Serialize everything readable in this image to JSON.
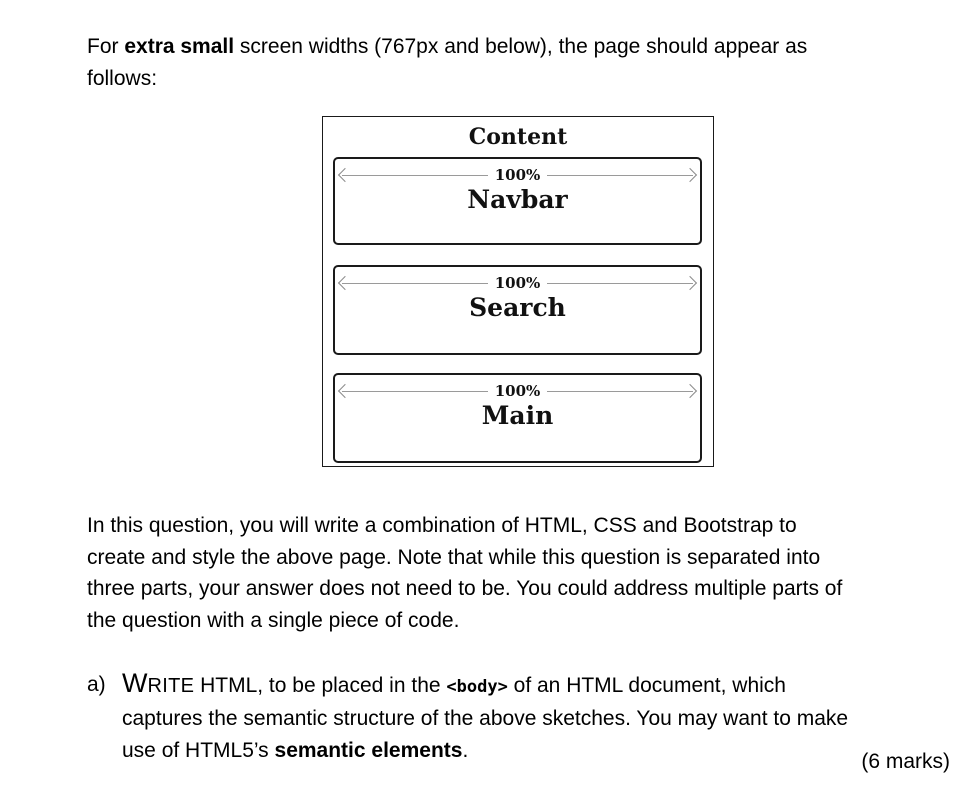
{
  "intro": {
    "line1_pre": "For ",
    "line1_bold": "extra small",
    "line1_post": " screen widths (767px and below), the page should appear as",
    "line2": "follows:"
  },
  "diagram": {
    "title": "Content",
    "width_label": "100%",
    "boxes": [
      {
        "label": "Navbar"
      },
      {
        "label": "Search"
      },
      {
        "label": "Main"
      }
    ]
  },
  "para2": {
    "lines": [
      "In this question, you will write a combination of HTML, CSS and Bootstrap to",
      "create and style the above page. Note that while this question is separated into",
      "three parts, your answer does not need to be. You could address multiple parts of",
      "the question with a single piece of code."
    ]
  },
  "parta": {
    "label": "a)",
    "l1_sc_big": "W",
    "l1_sc_small": "RITE",
    "l1_mid": " HTML, to be placed in the ",
    "l1_code": "<body>",
    "l1_end": " of an HTML document, which",
    "l2": "captures the semantic structure of the above sketches. You may want to make",
    "l3_pre": "use of HTML5’s ",
    "l3_bold": "semantic elements",
    "l3_end": ".",
    "marks": "(6 marks)"
  }
}
